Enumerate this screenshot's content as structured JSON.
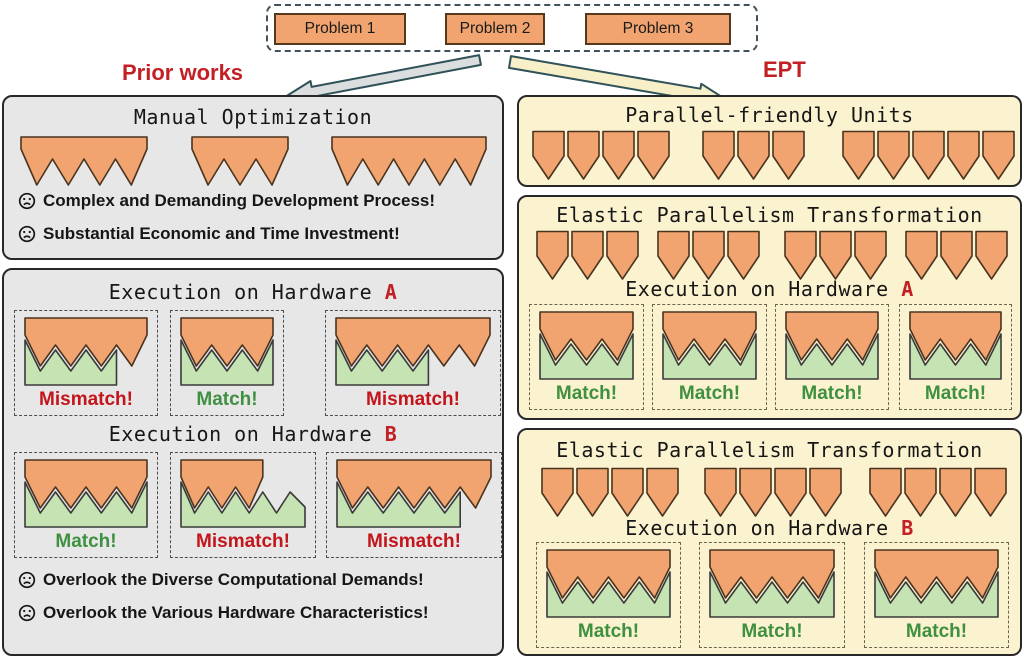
{
  "problems": {
    "box_labels": [
      "Problem 1",
      "Problem 2",
      "Problem 3"
    ]
  },
  "branches": {
    "left_label": "Prior works",
    "right_label": "EPT"
  },
  "colors": {
    "accent_red": "#c32025",
    "match_green": "#3f9040",
    "mismatch_red": "#c3151c",
    "unit_orange": "#f1a46f",
    "hardware_green": "#c6e3b3",
    "panel_gray": "#e7e7e7",
    "panel_cream": "#fbf2cf",
    "arrow_gray": "#dadedf",
    "arrow_cream": "#f7efc8"
  },
  "left": {
    "manual": {
      "title": "Manual Optimization",
      "combs": [
        {
          "teeth": 4
        },
        {
          "teeth": 3
        },
        {
          "teeth": 5
        }
      ],
      "bullets": [
        "Complex and Demanding Development Process!",
        "Substantial Economic and Time Investment!"
      ]
    },
    "exec": {
      "a": {
        "title": "Execution on Hardware",
        "hardware": "A",
        "cells": [
          {
            "label": "Mismatch!",
            "status": "mismatch",
            "orange_teeth": 4,
            "green_teeth": 3
          },
          {
            "label": "Match!",
            "status": "match",
            "orange_teeth": 3,
            "green_teeth": 3
          },
          {
            "label": "Mismatch!",
            "status": "mismatch",
            "orange_teeth": 5,
            "green_teeth": 3
          }
        ]
      },
      "b": {
        "title": "Execution on Hardware",
        "hardware": "B",
        "cells": [
          {
            "label": "Match!",
            "status": "match",
            "orange_teeth": 4,
            "green_teeth": 4
          },
          {
            "label": "Mismatch!",
            "status": "mismatch",
            "orange_teeth": 3,
            "green_teeth": 4,
            "orange_span": 0.66,
            "tail": "slope"
          },
          {
            "label": "Mismatch!",
            "status": "mismatch",
            "orange_teeth": 5,
            "green_teeth": 4
          }
        ]
      },
      "bullets": [
        "Overlook the Diverse Computational Demands!",
        "Overlook the Various Hardware Characteristics!"
      ]
    }
  },
  "right": {
    "units": {
      "title": "Parallel-friendly Units",
      "groups": [
        4,
        3,
        5
      ]
    },
    "ept_a": {
      "title": "Elastic Parallelism Transformation",
      "groups": [
        3,
        3,
        3,
        3
      ],
      "exec_title": "Execution on Hardware",
      "hardware": "A",
      "cells": [
        {
          "label": "Match!",
          "status": "match",
          "orange_teeth": 3,
          "green_teeth": 3
        },
        {
          "label": "Match!",
          "status": "match",
          "orange_teeth": 3,
          "green_teeth": 3
        },
        {
          "label": "Match!",
          "status": "match",
          "orange_teeth": 3,
          "green_teeth": 3
        },
        {
          "label": "Match!",
          "status": "match",
          "orange_teeth": 3,
          "green_teeth": 3
        }
      ]
    },
    "ept_b": {
      "title": "Elastic Parallelism Transformation",
      "groups": [
        4,
        4,
        4
      ],
      "exec_title": "Execution on Hardware",
      "hardware": "B",
      "cells": [
        {
          "label": "Match!",
          "status": "match",
          "orange_teeth": 4,
          "green_teeth": 4
        },
        {
          "label": "Match!",
          "status": "match",
          "orange_teeth": 4,
          "green_teeth": 4
        },
        {
          "label": "Match!",
          "status": "match",
          "orange_teeth": 4,
          "green_teeth": 4
        }
      ]
    }
  }
}
